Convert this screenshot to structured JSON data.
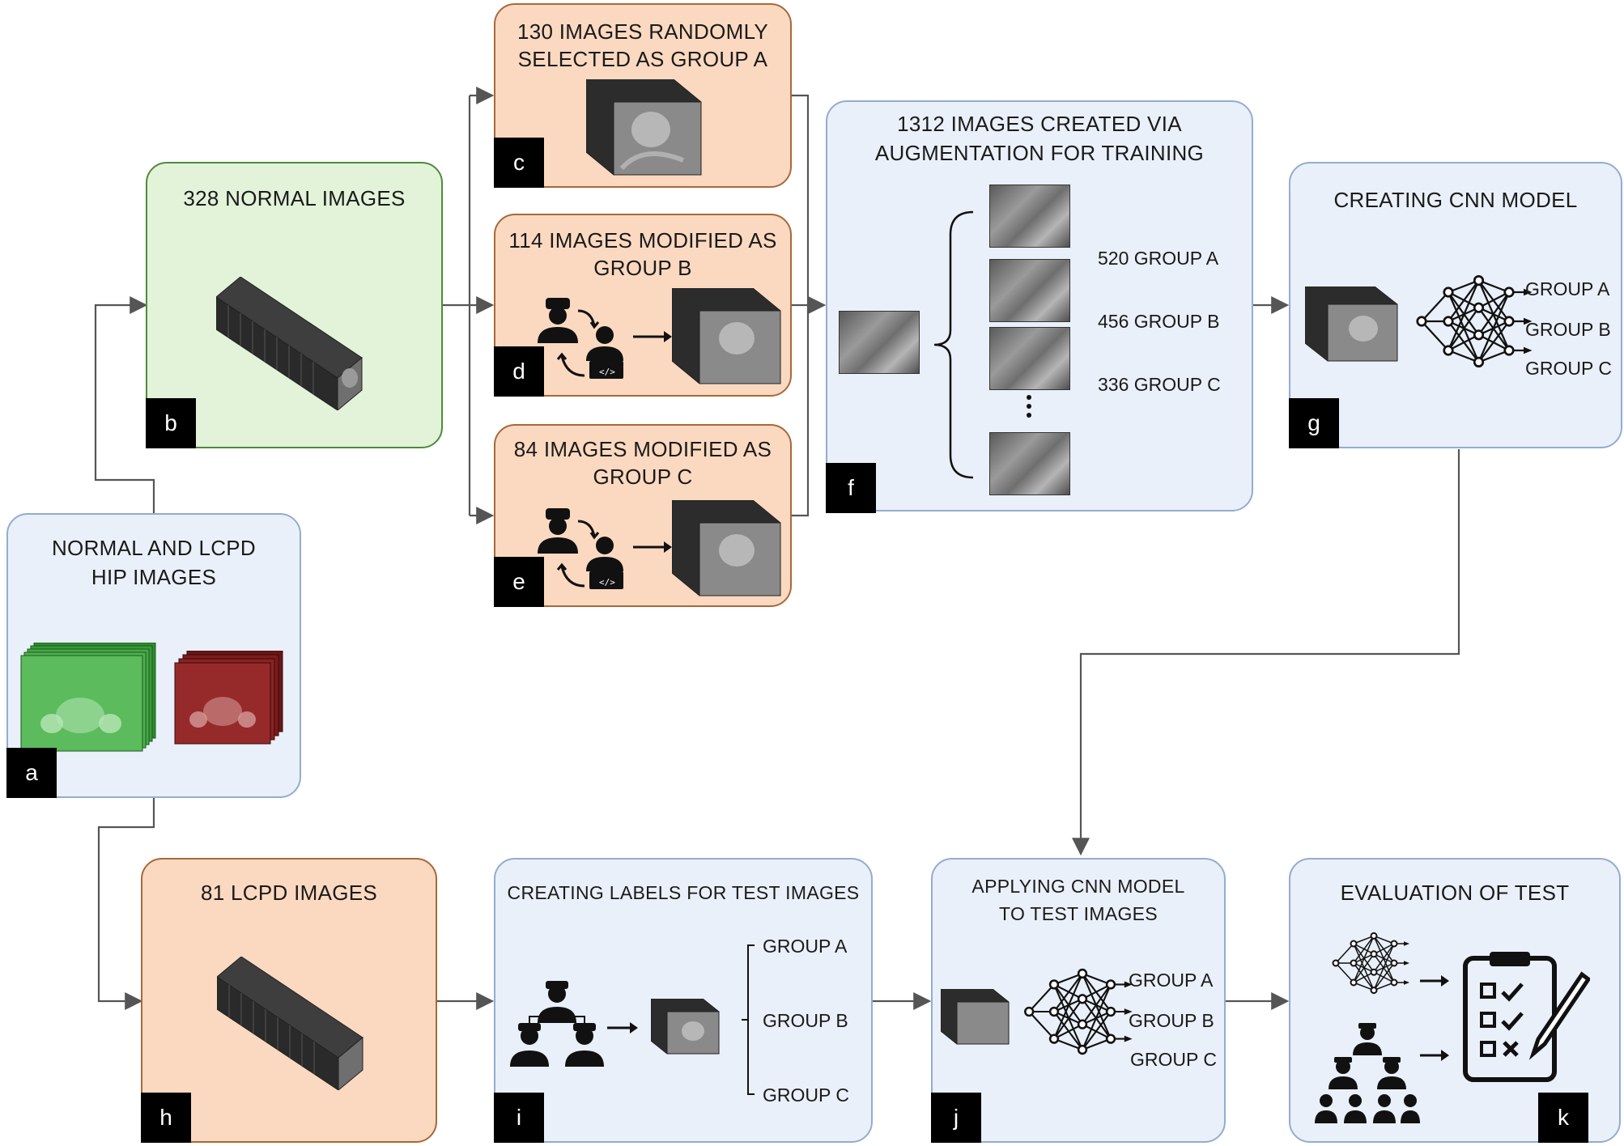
{
  "boxes": {
    "a": {
      "title_line1": "NORMAL AND LCPD",
      "title_line2": "HIP IMAGES",
      "tag": "a"
    },
    "b": {
      "title": "328  NORMAL IMAGES",
      "tag": "b"
    },
    "c": {
      "title_line1": "130 IMAGES  RANDOMLY",
      "title_line2": "SELECTED  AS GROUP  A",
      "tag": "c"
    },
    "d": {
      "title_line1": "114 IMAGES  MODIFIED AS",
      "title_line2": "GROUP  B",
      "tag": "d"
    },
    "e": {
      "title_line1": "84 IMAGES MODIFIED AS",
      "title_line2": "GROUP  C",
      "tag": "e"
    },
    "f": {
      "title_line1": "1312  IMAGES CREATED VIA",
      "title_line2": "AUGMENTATION FOR TRAINING",
      "tag": "f",
      "groups": [
        "520 GROUP  A",
        "456 GROUP  B",
        "336 GROUP  C"
      ]
    },
    "g": {
      "title": "CREATING CNN MODEL",
      "tag": "g",
      "outputs": [
        "GROUP A",
        "GROUP B",
        "GROUP C"
      ]
    },
    "h": {
      "title": "81 LCPD IMAGES",
      "tag": "h"
    },
    "i": {
      "title": "CREATING LABELS FOR TEST IMAGES",
      "tag": "i",
      "outputs": [
        "GROUP A",
        "GROUP B",
        "GROUP C"
      ]
    },
    "j": {
      "title_line1": "APPLYING  CNN  MODEL",
      "title_line2": "TO TEST  IMAGES",
      "tag": "j",
      "outputs": [
        "GROUP A",
        "GROUP B",
        "GROUP C"
      ]
    },
    "k": {
      "title": "EVALUATION OF TEST",
      "tag": "k"
    }
  },
  "colors": {
    "normal": "#e2f3d9",
    "modified": "#fbd9c0",
    "process": "#e9f0f9",
    "connector": "#555555"
  },
  "icons": [
    "doctor-computer-icon",
    "neural-network-icon",
    "doctors-group-icon",
    "checklist-icon",
    "ellipsis-icon"
  ]
}
